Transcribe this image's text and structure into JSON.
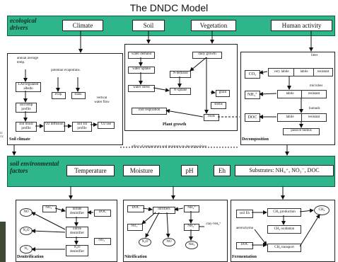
{
  "title": "The DNDC Model",
  "ecological_drivers": {
    "label": "ecological drivers",
    "items": [
      "Climate",
      "Soil",
      "Vegetation",
      "Human activity"
    ]
  },
  "soil_climate": {
    "caption": "Soil climate",
    "boxes": {
      "annual_temp": "annual average temp.",
      "lai_albedo": "LAI-regulated albedo",
      "potential_evapotrans": "potential evapotrans.",
      "evap": "evap.",
      "trans": "trans.",
      "vertical_water_flow": "vertical water flow",
      "soil_temp_profile": "soil temp profile",
      "soil_moist_profile": "soil moist profile",
      "o2_diffusion": "O2 diffusion",
      "soil_eh_profile": "soil Eh profile",
      "o2_use": "O2 use"
    }
  },
  "plant_growth": {
    "caption": "Plant growth",
    "boxes": {
      "water_demand": "water demand",
      "water_uptake": "water uptake",
      "water_stress": "water stress",
      "daily_growth": "daily growth",
      "n_demand": "N-demand",
      "n_uptake": "N-uptake",
      "grain": "grain",
      "stems": "stems",
      "roots": "roots",
      "root_respiration": "root respiration"
    }
  },
  "decomposition": {
    "caption": "Decomposition",
    "boxes": {
      "litter": "litter",
      "co2": "CO₂",
      "very_labile": "very labile",
      "labile": "labile",
      "resistant": "resistant",
      "microbes": "microbes",
      "nh4": "NH₄⁺",
      "humads": "humads",
      "doc": "DOC",
      "passive_humus": "passive humus"
    }
  },
  "effect_note": "effect of temperature and moisture on decomposition",
  "soil_env_factors": {
    "label": "soil environmental factors",
    "items": [
      "Temperature",
      "Moisture",
      "pH",
      "Eh",
      "Substrates: NH₄⁺, NO₃⁻, DOC"
    ]
  },
  "denitrification": {
    "caption": "Denitrification",
    "boxes": {
      "no3": "NO₃⁻",
      "nitrate_denitrifier": "nitrate denitrifier",
      "nitrite_denitrifier": "nitrite denitrifier",
      "n2o_denitrifier": "N₂O denitrifier",
      "doc": "DOC",
      "no3b": "NO₃⁻",
      "no": "NO",
      "n2o": "N₂O",
      "n2": "N₂"
    }
  },
  "nitrification": {
    "caption": "Nitrification",
    "boxes": {
      "doc": "DOC",
      "nitrifiers": "nitrifiers",
      "nh4": "NH₄⁺",
      "no3": "NO₃⁻",
      "nh4b": "NH₄⁺",
      "clay_nh4": "clay-NH₄⁺",
      "n2o": "N₂O",
      "no": "NO",
      "nh3": "NH₃"
    }
  },
  "fermentation": {
    "caption": "Fermentation",
    "boxes": {
      "soil_eh": "soil Eh",
      "aerenchyma": "aerenchyma",
      "doc": "DOC",
      "ch4_production": "CH₄ production",
      "ch4_oxidation": "CH₄ oxidation",
      "ch4_transport": "CH₄ transport",
      "ch4": "CH₄"
    }
  },
  "colors": {
    "band": "#2fb58c",
    "band_border": "#0f5f45",
    "photo_strip": "#3e4a34"
  }
}
